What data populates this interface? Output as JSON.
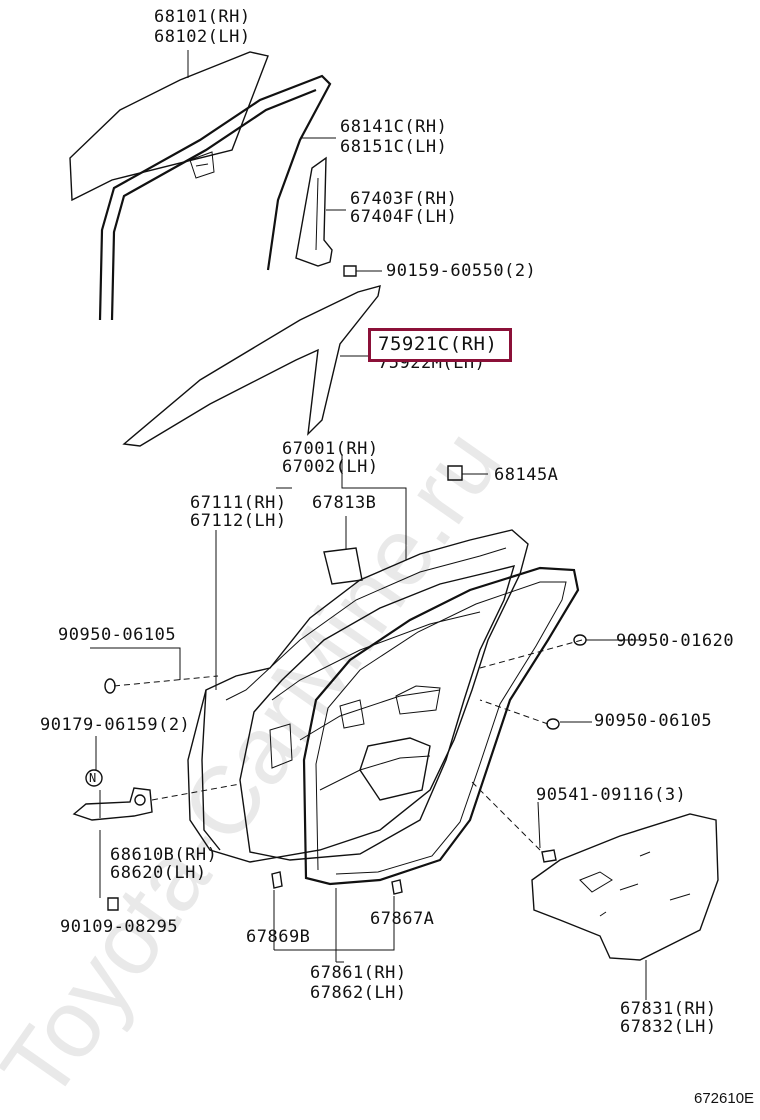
{
  "watermark": "Toyota-CarMine.ru",
  "figure_number": "672610E",
  "highlighted_part": "75921C(RH)",
  "labels": {
    "glass_rh": "68101(RH)",
    "glass_lh": "68102(LH)",
    "channel_rh": "68141C(RH)",
    "channel_lh": "68151C(LH)",
    "sash_rh": "67403F(RH)",
    "sash_lh": "67404F(LH)",
    "bolt_sash": "90159-60550(2)",
    "moulding_rh": "75921C(RH)",
    "moulding_lh": "75922M(LH)",
    "door_rh": "67001(RH)",
    "door_lh": "67002(LH)",
    "clip_68145": "68145A",
    "panel_rh": "67111(RH)",
    "panel_lh": "67112(LH)",
    "seal_67813": "67813B",
    "plug_06105_left": "90950-06105",
    "plug_01620": "90950-01620",
    "bolt_hinge": "90179-06159(2)",
    "plug_06105_right": "90950-06105",
    "clip_09116": "90541-09116(3)",
    "hinge_rh": "68610B(RH)",
    "hinge_lh": "68620(LH)",
    "bolt_08295": "90109-08295",
    "clip_67869": "67869B",
    "clip_67867": "67867A",
    "weatherstrip_rh": "67861(RH)",
    "weatherstrip_lh": "67862(LH)",
    "hole_cover_rh": "67831(RH)",
    "hole_cover_lh": "67832(LH)",
    "nut_symbol": "N"
  }
}
